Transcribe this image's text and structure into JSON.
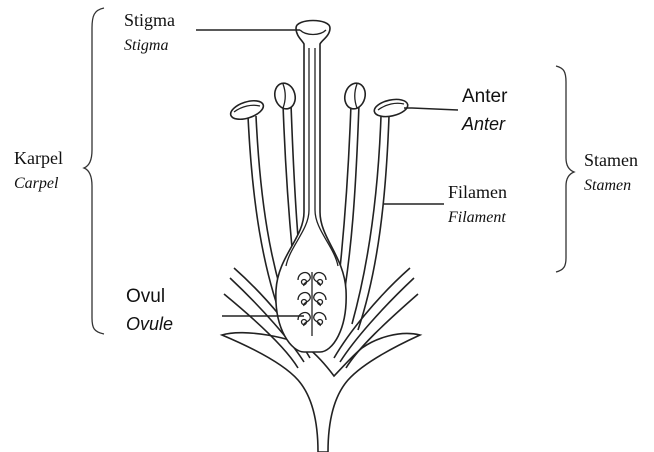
{
  "labels": {
    "stigma": {
      "primary": "Stigma",
      "secondary": "Stigma"
    },
    "karpel": {
      "primary": "Karpel",
      "secondary": "Carpel"
    },
    "ovul": {
      "primary": "Ovul",
      "secondary": "Ovule"
    },
    "anter": {
      "primary": "Anter",
      "secondary": "Anter"
    },
    "stamen": {
      "primary": "Stamen",
      "secondary": "Stamen"
    },
    "filamen": {
      "primary": "Filamen",
      "secondary": "Filament"
    }
  },
  "colors": {
    "stroke": "#222222",
    "text": "#111111",
    "background": "#ffffff"
  }
}
